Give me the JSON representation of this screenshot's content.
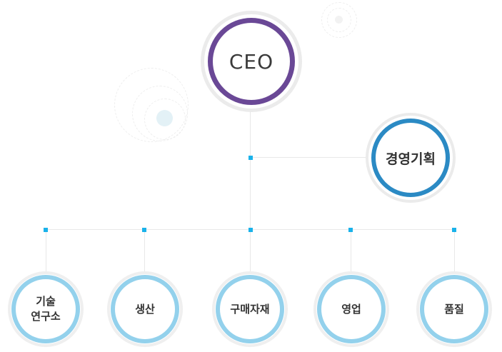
{
  "colors": {
    "ceo_ring": "#6a4896",
    "planning_ring": "#2b8ac4",
    "dept_ring": "#93d1ec",
    "connector_dot": "#1ab2ea",
    "connector_line": "#e8e8e8"
  },
  "org": {
    "ceo": {
      "label": "CEO"
    },
    "staff": {
      "label": "경영기획"
    },
    "departments": [
      {
        "label": "기술\n연구소"
      },
      {
        "label": "생산"
      },
      {
        "label": "구매자재"
      },
      {
        "label": "영업"
      },
      {
        "label": "품질"
      }
    ]
  }
}
